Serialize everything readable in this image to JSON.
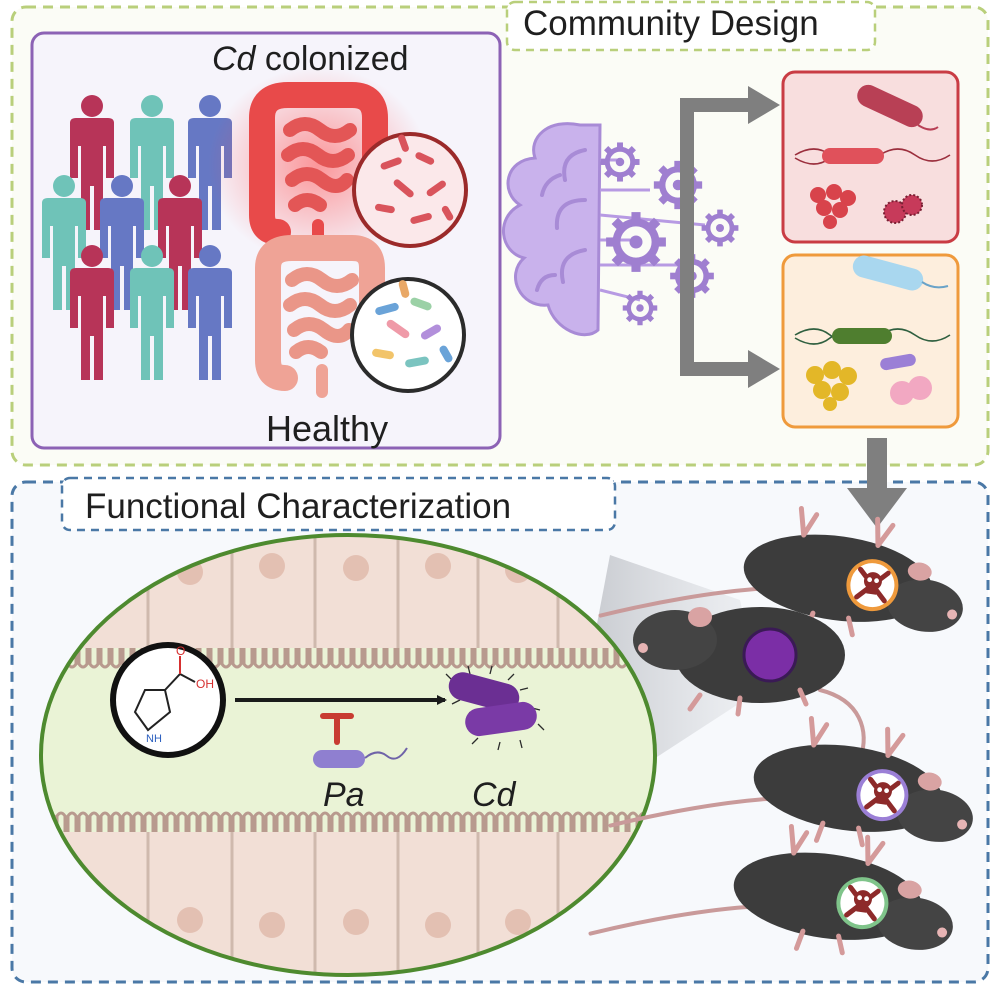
{
  "panels": {
    "community_design": {
      "title": "Community Design"
    },
    "functional_characterization": {
      "title": "Functional Characterization"
    }
  },
  "cohort": {
    "colonized_prefix": "Cd",
    "colonized_suffix": " colonized",
    "healthy_label": "Healthy"
  },
  "mechanism": {
    "inhibitor_label": "Pa",
    "target_label": "Cd",
    "molecule_atom_o": "O",
    "molecule_atom_oh": "OH",
    "molecule_atom_nh": "NH"
  },
  "icons": [
    "person-icon",
    "gut-icon",
    "brain-icon",
    "gear-icon",
    "bacterium-icon",
    "mouse-icon",
    "skull-crossbones-icon",
    "arrow-icon",
    "inhibition-icon"
  ],
  "colors": {
    "community_border": "#b9cf7b",
    "functional_border": "#4a78a6",
    "cohort_border": "#8c62b5",
    "designed_red_border": "#c93c44",
    "designed_orange_border": "#ef9a3c",
    "brain": "#bfa6e4",
    "person_red": "#b73458",
    "person_teal": "#6fc3b8",
    "person_blue": "#6678c4",
    "cd_bacterium": "#6b2f93",
    "pa_bacterium": "#8f7fd0",
    "inhibition": "#c83b31",
    "mouse_body": "#3c3c3c"
  }
}
